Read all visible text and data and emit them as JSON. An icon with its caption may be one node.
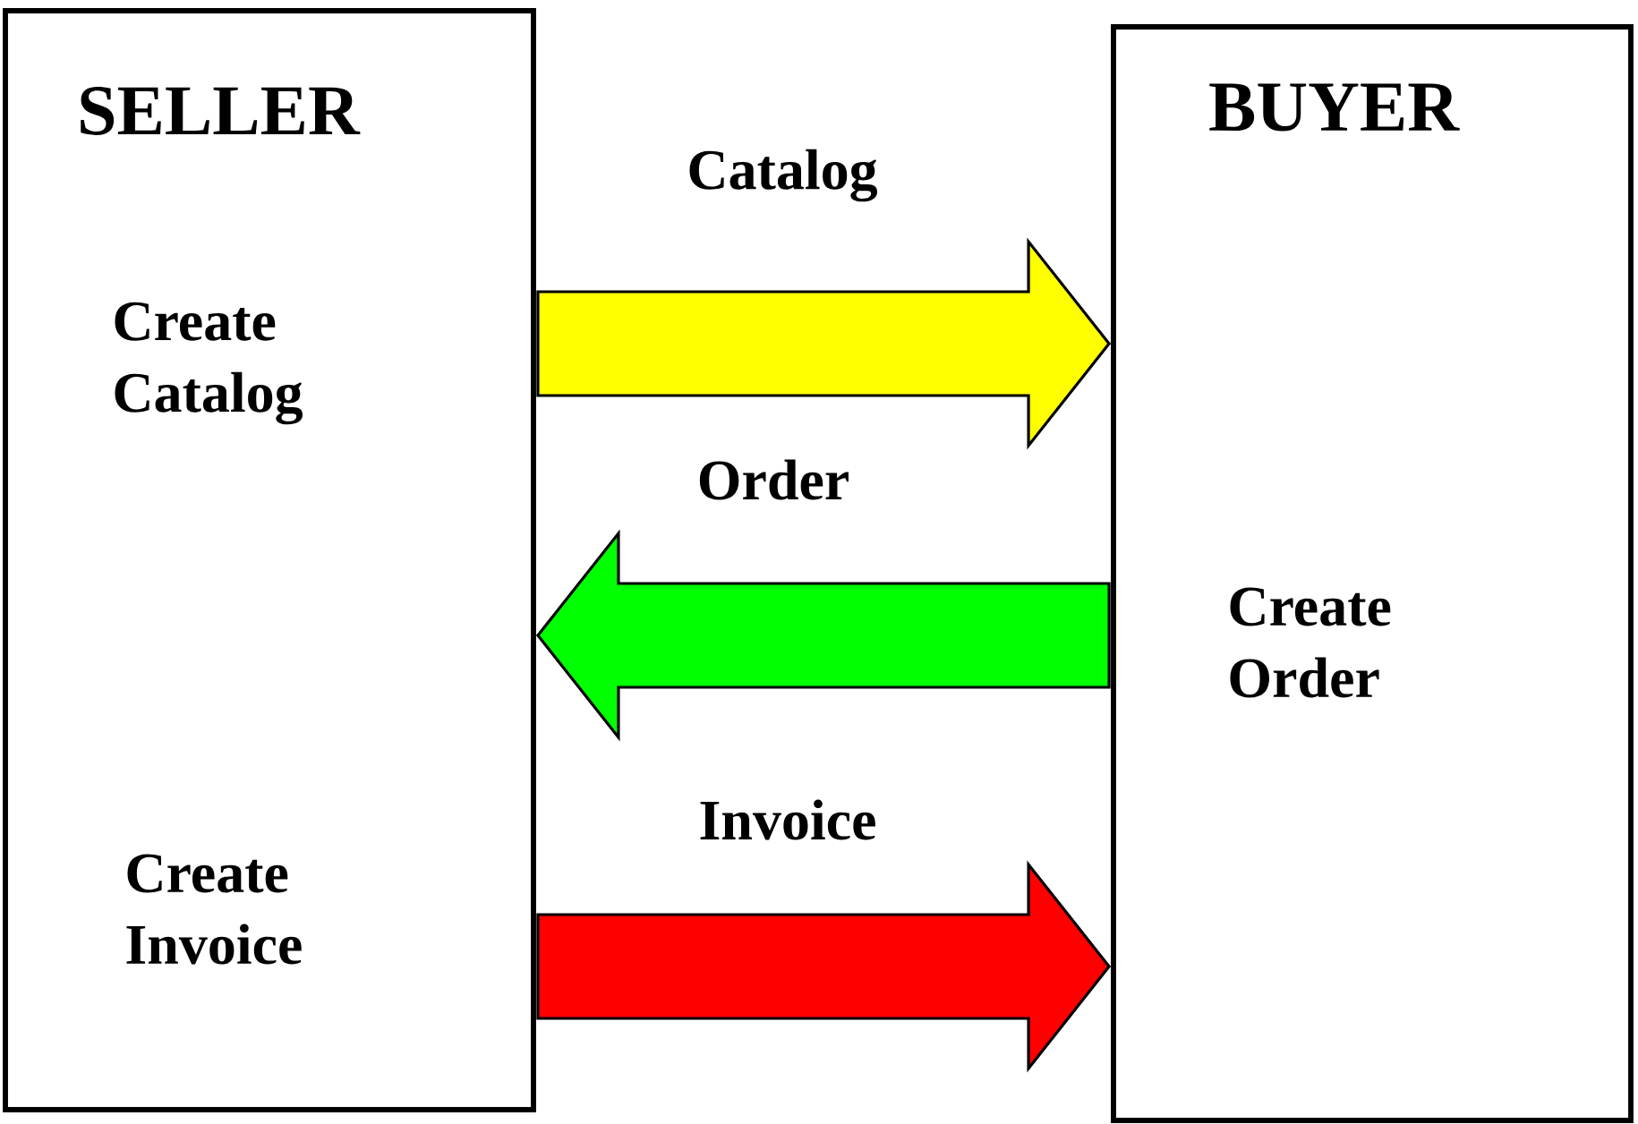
{
  "diagram": {
    "nodes": [
      {
        "text": [
          "SELLER",
          "Create Catalog",
          "Create Invoice"
        ]
      },
      {
        "text": [
          "BUYER",
          "Create Order"
        ]
      }
    ],
    "edges": [
      {
        "from": 0,
        "to": 1,
        "arrow": "to",
        "label": "Catalog",
        "color": "#ffff00"
      },
      {
        "from": 1,
        "to": 0,
        "arrow": "to",
        "label": "Order",
        "color": "#00ff00"
      },
      {
        "from": 0,
        "to": 1,
        "arrow": "to",
        "label": "Invoice",
        "color": "#ff0000"
      }
    ]
  }
}
